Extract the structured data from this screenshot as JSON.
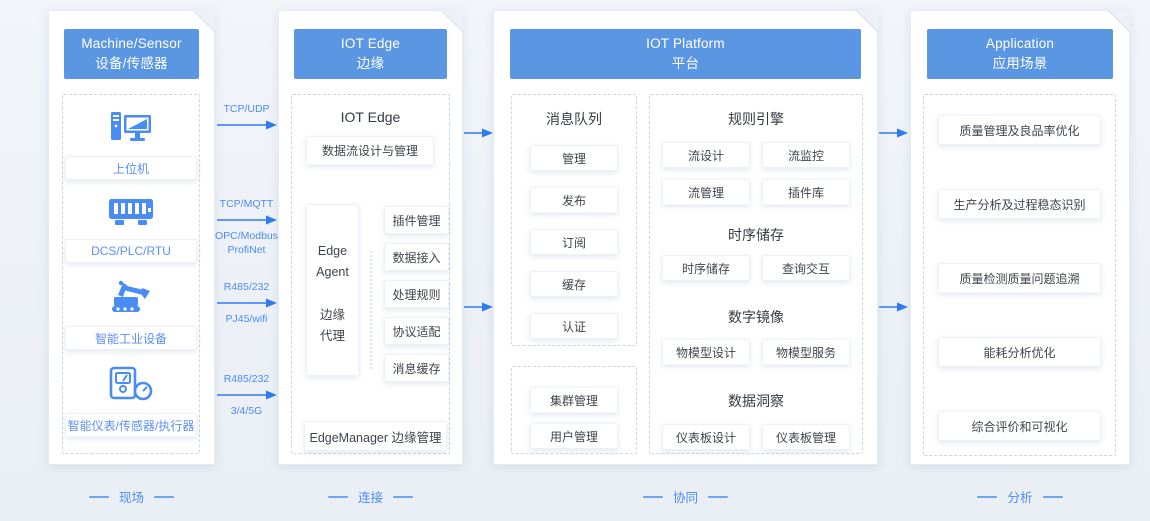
{
  "panels": [
    {
      "header_en": "Machine/Sensor",
      "header_zh": "设备/传感器",
      "footer": "现场",
      "devices": [
        {
          "icon": "computer-icon",
          "label": "上位机"
        },
        {
          "icon": "plc-icon",
          "label": "DCS/PLC/RTU"
        },
        {
          "icon": "excavator-icon",
          "label": "智能工业设备"
        },
        {
          "icon": "gauge-icon",
          "label": "智能仪表/传感器/执行器"
        }
      ]
    },
    {
      "header_en": "IOT Edge",
      "header_zh": "边缘",
      "footer": "连接",
      "section_title": "IOT Edge",
      "flow_box": "数据流设计与管理",
      "agent": {
        "lines": [
          "Edge",
          "Agent",
          "边缘",
          "代理"
        ]
      },
      "modules": [
        "插件管理",
        "数据接入",
        "处理规则",
        "协议适配",
        "消息缓存"
      ],
      "manager_box": "EdgeManager 边缘管理"
    },
    {
      "header_en": "IOT Platform",
      "header_zh": "平台",
      "footer": "协同",
      "message_queue": {
        "title": "消息队列",
        "items": [
          "管理",
          "发布",
          "订阅",
          "缓存",
          "认证"
        ]
      },
      "admin_items": [
        "集群管理",
        "用户管理"
      ],
      "groups": [
        {
          "title": "规则引擎",
          "items": [
            "流设计",
            "流监控",
            "流管理",
            "插件库"
          ]
        },
        {
          "title": "时序储存",
          "items": [
            "时序储存",
            "查询交互"
          ]
        },
        {
          "title": "数字镜像",
          "items": [
            "物模型设计",
            "物模型服务"
          ]
        },
        {
          "title": "数据洞察",
          "items": [
            "仪表板设计",
            "仪表板管理"
          ]
        }
      ]
    },
    {
      "header_en": "Application",
      "header_zh": "应用场景",
      "footer": "分析",
      "scenarios": [
        "质量管理及良品率优化",
        "生产分析及过程稳态识别",
        "质量检测质量问题追溯",
        "能耗分析优化",
        "综合评价和可视化"
      ]
    }
  ],
  "links": [
    {
      "above": "TCP/UDP"
    },
    {
      "above": "TCP/MQTT",
      "below": "OPC/Modbus",
      "below2": "ProfiNet"
    },
    {
      "above": "R485/232",
      "below": "PJ45/wifi"
    },
    {
      "above": "R485/232",
      "below": "3/4/5G"
    }
  ],
  "colors": {
    "header_blue": "#5b96e2",
    "arrow_blue": "#2e7bf0",
    "link_label_blue": "#4a8cf5",
    "device_label_blue": "#5b8ff9"
  }
}
